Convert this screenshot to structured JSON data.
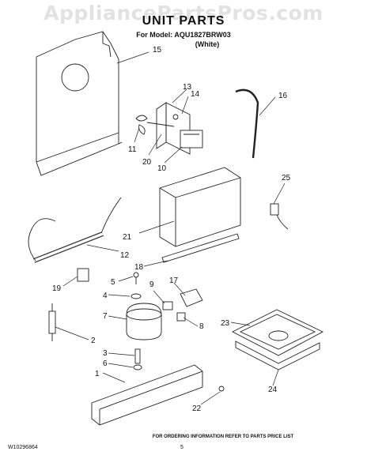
{
  "watermark": "AppliancePartsPros.com",
  "title": "UNIT PARTS",
  "model_line": "For Model: AQU1827BRW03",
  "color_line": "(White)",
  "callouts": [
    "15",
    "13",
    "14",
    "16",
    "11",
    "20",
    "10",
    "25",
    "21",
    "12",
    "18",
    "5",
    "9",
    "17",
    "4",
    "7",
    "8",
    "23",
    "19",
    "2",
    "3",
    "6",
    "1",
    "24",
    "22"
  ],
  "footer": {
    "note": "FOR ORDERING INFORMATION REFER TO PARTS PRICE LIST",
    "doc_number": "W10296864",
    "page_number": "5"
  }
}
